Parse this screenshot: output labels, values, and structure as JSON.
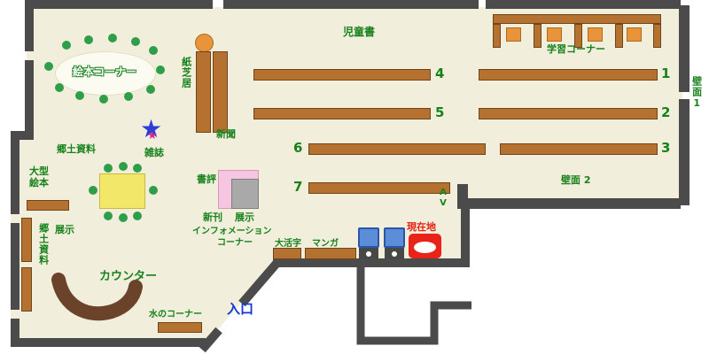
{
  "map": {
    "areas": {
      "ehon_corner": "絵本コーナー",
      "kamishibai": "紙芝居",
      "shimbun": "新聞",
      "zasshi": "雑誌",
      "kyodo_top": "郷土資料",
      "ogata_line1": "大型",
      "ogata_line2": "絵本",
      "tenji_left": "展示",
      "kyodo_left": "郷土資料",
      "counter": "カウンター",
      "mizu": "水のコーナー",
      "entrance": "入口",
      "shohyo": "書評",
      "shinkan": "新刊",
      "tenji_mid": "展示",
      "info_line1": "インフォメーション",
      "info_line2": "コーナー",
      "daikatsuji": "大活字",
      "manga": "マンガ",
      "genzaichi": "現在地",
      "jidosho": "児童書",
      "gakushu": "学習コーナー",
      "av": "AV",
      "hekimen1": "壁面1",
      "hekimen2": "壁面 2"
    },
    "numbers": {
      "n1": "1",
      "n2": "2",
      "n3": "3",
      "n4": "4",
      "n5": "5",
      "n6": "6",
      "n7": "7"
    },
    "colors": {
      "floor": "#f1eedb",
      "wall": "#4b4b4b",
      "shelf": "#b5712f",
      "label_green": "#17811c",
      "entrance_blue": "#1237d6",
      "location_red": "#e41f14",
      "chair_green": "#2e9e4a",
      "seat_orange": "#e8943a",
      "counter_brown": "#6b422a",
      "table_yellow": "#f3e76a",
      "display_pink": "#f6c6e0"
    }
  }
}
